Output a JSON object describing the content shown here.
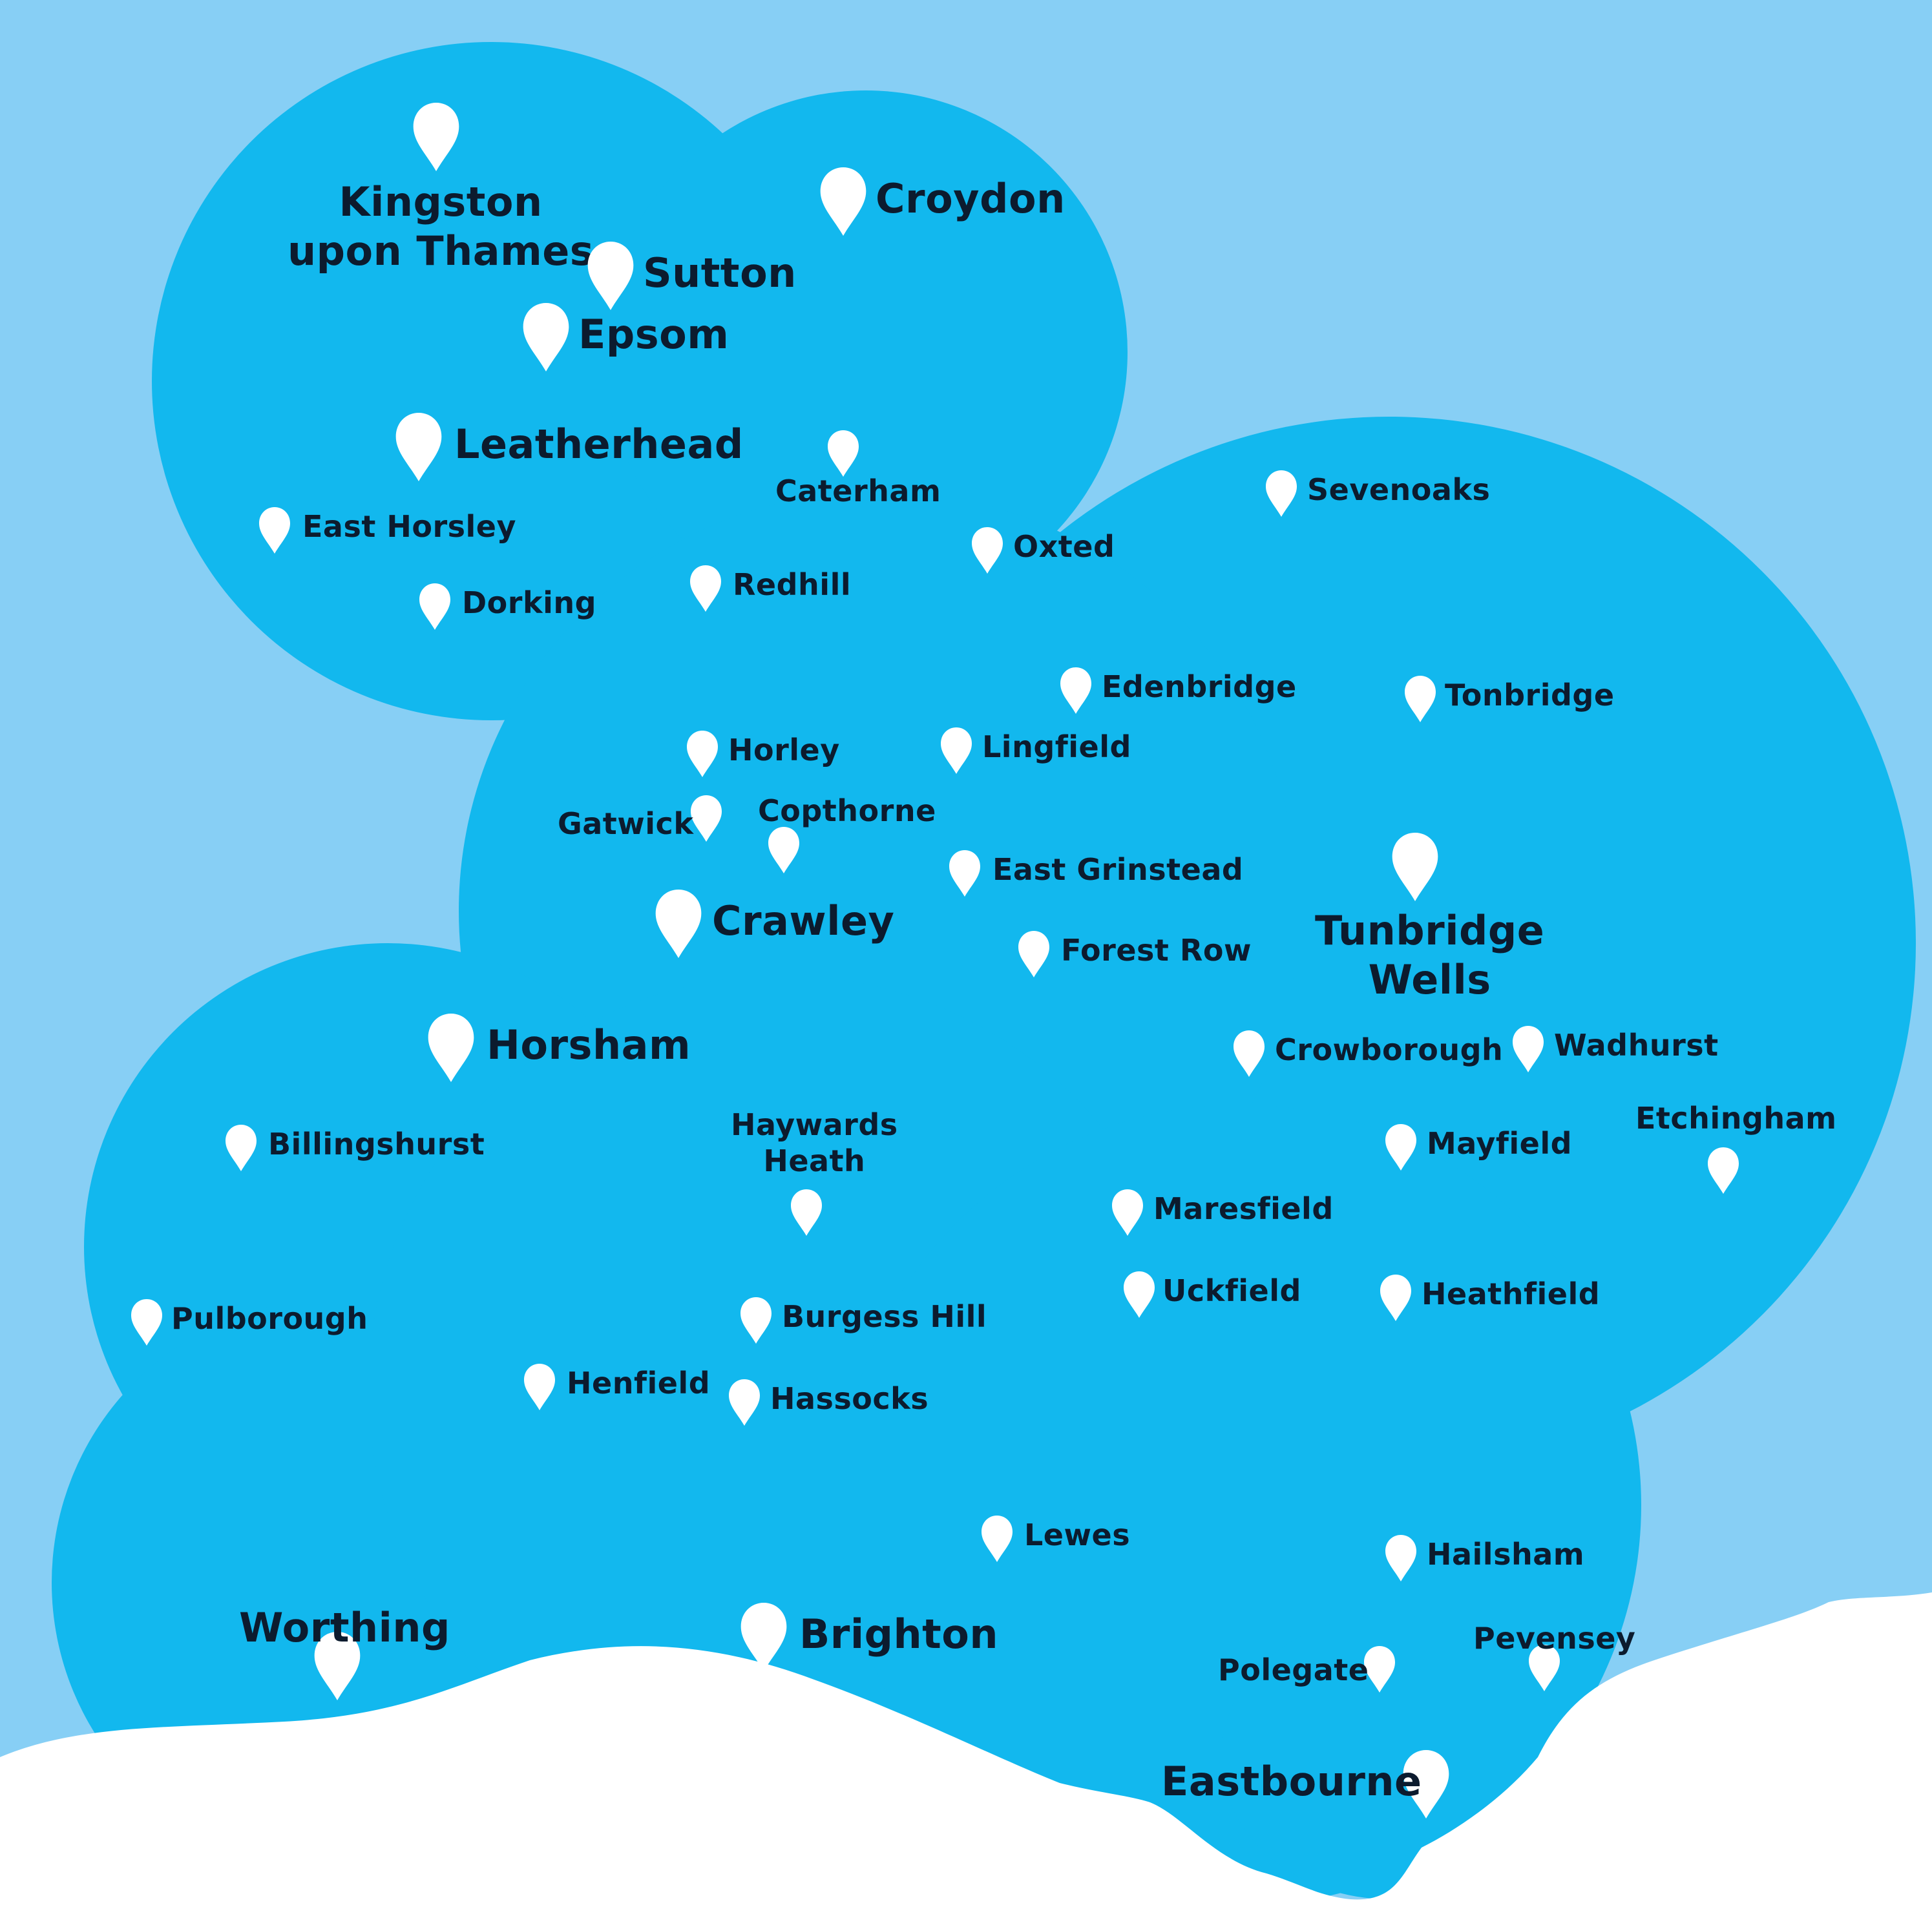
{
  "colors": {
    "outside": "#87cff5",
    "region": "#12b8ee",
    "sea": "#ffffff",
    "pin": "#ffffff",
    "text": "#0c1b2e"
  },
  "icons": {
    "marker": "map-pin-icon"
  },
  "places": [
    {
      "name": "Kingston\nupon Thames",
      "size": "lg"
    },
    {
      "name": "Croydon",
      "size": "lg"
    },
    {
      "name": "Sutton",
      "size": "lg"
    },
    {
      "name": "Epsom",
      "size": "lg"
    },
    {
      "name": "Leatherhead",
      "size": "lg"
    },
    {
      "name": "Caterham",
      "size": "sm"
    },
    {
      "name": "Sevenoaks",
      "size": "sm"
    },
    {
      "name": "East Horsley",
      "size": "sm"
    },
    {
      "name": "Oxted",
      "size": "sm"
    },
    {
      "name": "Dorking",
      "size": "sm"
    },
    {
      "name": "Redhill",
      "size": "sm"
    },
    {
      "name": "Edenbridge",
      "size": "sm"
    },
    {
      "name": "Tonbridge",
      "size": "sm"
    },
    {
      "name": "Horley",
      "size": "sm"
    },
    {
      "name": "Lingfield",
      "size": "sm"
    },
    {
      "name": "Gatwick",
      "size": "sm"
    },
    {
      "name": "Copthorne",
      "size": "sm"
    },
    {
      "name": "East Grinstead",
      "size": "sm"
    },
    {
      "name": "Tunbridge\nWells",
      "size": "lg"
    },
    {
      "name": "Crawley",
      "size": "lg"
    },
    {
      "name": "Forest Row",
      "size": "sm"
    },
    {
      "name": "Horsham",
      "size": "lg"
    },
    {
      "name": "Crowborough",
      "size": "sm"
    },
    {
      "name": "Wadhurst",
      "size": "sm"
    },
    {
      "name": "Billingshurst",
      "size": "sm"
    },
    {
      "name": "Haywards\nHeath",
      "size": "sm"
    },
    {
      "name": "Etchingham",
      "size": "sm"
    },
    {
      "name": "Mayfield",
      "size": "sm"
    },
    {
      "name": "Maresfield",
      "size": "sm"
    },
    {
      "name": "Pulborough",
      "size": "sm"
    },
    {
      "name": "Burgess Hill",
      "size": "sm"
    },
    {
      "name": "Uckfield",
      "size": "sm"
    },
    {
      "name": "Heathfield",
      "size": "sm"
    },
    {
      "name": "Henfield",
      "size": "sm"
    },
    {
      "name": "Hassocks",
      "size": "sm"
    },
    {
      "name": "Lewes",
      "size": "sm"
    },
    {
      "name": "Hailsham",
      "size": "sm"
    },
    {
      "name": "Worthing",
      "size": "lg"
    },
    {
      "name": "Brighton",
      "size": "lg"
    },
    {
      "name": "Pevensey",
      "size": "sm"
    },
    {
      "name": "Polegate",
      "size": "sm"
    },
    {
      "name": "Eastbourne",
      "size": "lg"
    }
  ]
}
